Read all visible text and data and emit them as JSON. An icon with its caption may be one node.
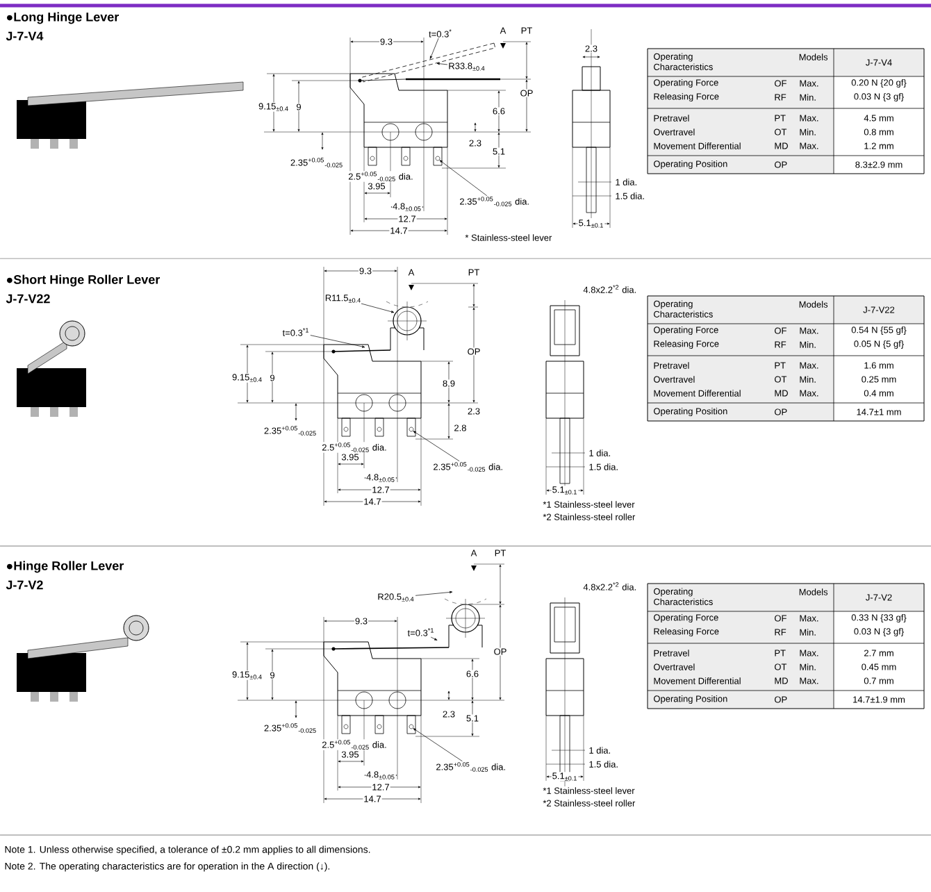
{
  "diagram": {
    "nodes": [
      {
        "text": [
          "t=0.3$^{*}$"
        ]
      },
      {
        "text": [
          "R33.8$_{±0.4}$"
        ]
      },
      {
        "text": [
          "2.35$^{+0.05}$$_{-0.025}$ dia."
        ]
      },
      {
        "text": [
          "t=0.3$^{*1}$"
        ]
      },
      {
        "text": [
          "R11.5$_{±0.4}$"
        ]
      },
      {
        "text": [
          "2.35$^{+0.05}$$_{-0.025}$ dia."
        ]
      },
      {
        "text": [
          "t=0.3$^{*1}$"
        ]
      },
      {
        "text": [
          "R20.5$_{±0.4}$"
        ]
      },
      {
        "text": [
          "2.35$^{+0.05}$$_{-0.025}$ dia."
        ]
      },
      {
        "text": [],
        "shape": "bar"
      }
    ],
    "edges": [
      {
        "from": 0,
        "to": 9,
        "arrow": "to"
      },
      {
        "from": 1,
        "to": 9,
        "arrow": "to"
      },
      {
        "from": 2,
        "to": null,
        "arrow": "to"
      },
      {
        "from": 3,
        "to": null,
        "arrow": "to"
      },
      {
        "from": 4,
        "to": null,
        "arrow": "to"
      },
      {
        "from": 5,
        "to": null,
        "arrow": "to"
      },
      {
        "from": 6,
        "to": null,
        "arrow": "to"
      },
      {
        "from": 7,
        "to": null,
        "arrow": "to"
      },
      {
        "from": 8,
        "to": null,
        "arrow": "to"
      }
    ],
    "labels": [
      "●Long Hinge Lever",
      "J-7-V4",
      "9.3",
      "A",
      "PT",
      "OP",
      "9.15$_{±0.4}$",
      "9",
      "6.6",
      "2.3",
      "5.1",
      "2.35$^{+0.05}$$_{-0.025}$",
      "2.5$^{+0.05}$$_{-0.025}$ dia.",
      "3.95",
      "4.8$_{±0.05}$",
      "12.7",
      "14.7",
      "2.3",
      "1 dia.",
      "1.5 dia.",
      "5.1$_{±0.1}$",
      "* Stainless-steel lever",
      "Operating Characteristics",
      "Models",
      "J-7-V4",
      "Operating Force",
      "OF",
      "Max.",
      "0.20 N {20 gf}",
      "Releasing Force",
      "RF",
      "Min.",
      "0.03 N {3 gf}",
      "Pretravel",
      "PT",
      "Max.",
      "4.5 mm",
      "Overtravel",
      "OT",
      "Min.",
      "0.8 mm",
      "Movement Differential",
      "MD",
      "Max.",
      "1.2 mm",
      "Operating Position",
      "OP",
      "8.3±2.9 mm",
      "●Short Hinge Roller Lever",
      "J-7-V22",
      "9.3",
      "A",
      "PT",
      "OP",
      "9.15$_{±0.4}$",
      "9",
      "8.9",
      "2.3",
      "2.8",
      "2.35$^{+0.05}$$_{-0.025}$",
      "2.5$^{+0.05}$$_{-0.025}$ dia.",
      "3.95",
      "4.8$_{±0.05}$",
      "12.7",
      "14.7",
      "4.8x2.2$^{*2}$ dia.",
      "1 dia.",
      "1.5 dia.",
      "5.1$_{±0.1}$",
      "*1 Stainless-steel lever",
      "*2 Stainless-steel roller",
      "Operating Characteristics",
      "Models",
      "J-7-V22",
      "Operating Force",
      "OF",
      "Max.",
      "0.54 N {55 gf}",
      "Releasing Force",
      "RF",
      "Min.",
      "0.05 N {5 gf}",
      "Pretravel",
      "PT",
      "Max.",
      "1.6 mm",
      "Overtravel",
      "OT",
      "Min.",
      "0.25 mm",
      "Movement Differential",
      "MD",
      "Max.",
      "0.4 mm",
      "Operating Position",
      "OP",
      "14.7±1 mm",
      "●Hinge Roller Lever",
      "J-7-V2",
      "9.3",
      "A",
      "PT",
      "OP",
      "9.15$_{±0.4}$",
      "9",
      "6.6",
      "2.3",
      "5.1",
      "2.35$^{+0.05}$$_{-0.025}$",
      "2.5$^{+0.05}$$_{-0.025}$ dia.",
      "3.95",
      "4.8$_{±0.05}$",
      "12.7",
      "14.7",
      "4.8x2.2$^{*2}$ dia.",
      "1 dia.",
      "1.5 dia.",
      "5.1$_{±0.1}$",
      "*1 Stainless-steel lever",
      "*2 Stainless-steel roller",
      "Operating Characteristics",
      "Models",
      "J-7-V2",
      "Operating Force",
      "OF",
      "Max.",
      "0.33 N {33 gf}",
      "Releasing Force",
      "RF",
      "Min.",
      "0.03 N {3 gf}",
      "Pretravel",
      "PT",
      "Max.",
      "2.7 mm",
      "Overtravel",
      "OT",
      "Min.",
      "0.45 mm",
      "Movement Differential",
      "MD",
      "Max.",
      "0.7 mm",
      "Operating Position",
      "OP",
      "14.7±1.9 mm",
      "Note 1. Unless otherwise specified, a tolerance of ±0.2 mm applies to all dimensions.",
      "Note 2. The operating characteristics are for operation in the A direction (↓)."
    ]
  }
}
